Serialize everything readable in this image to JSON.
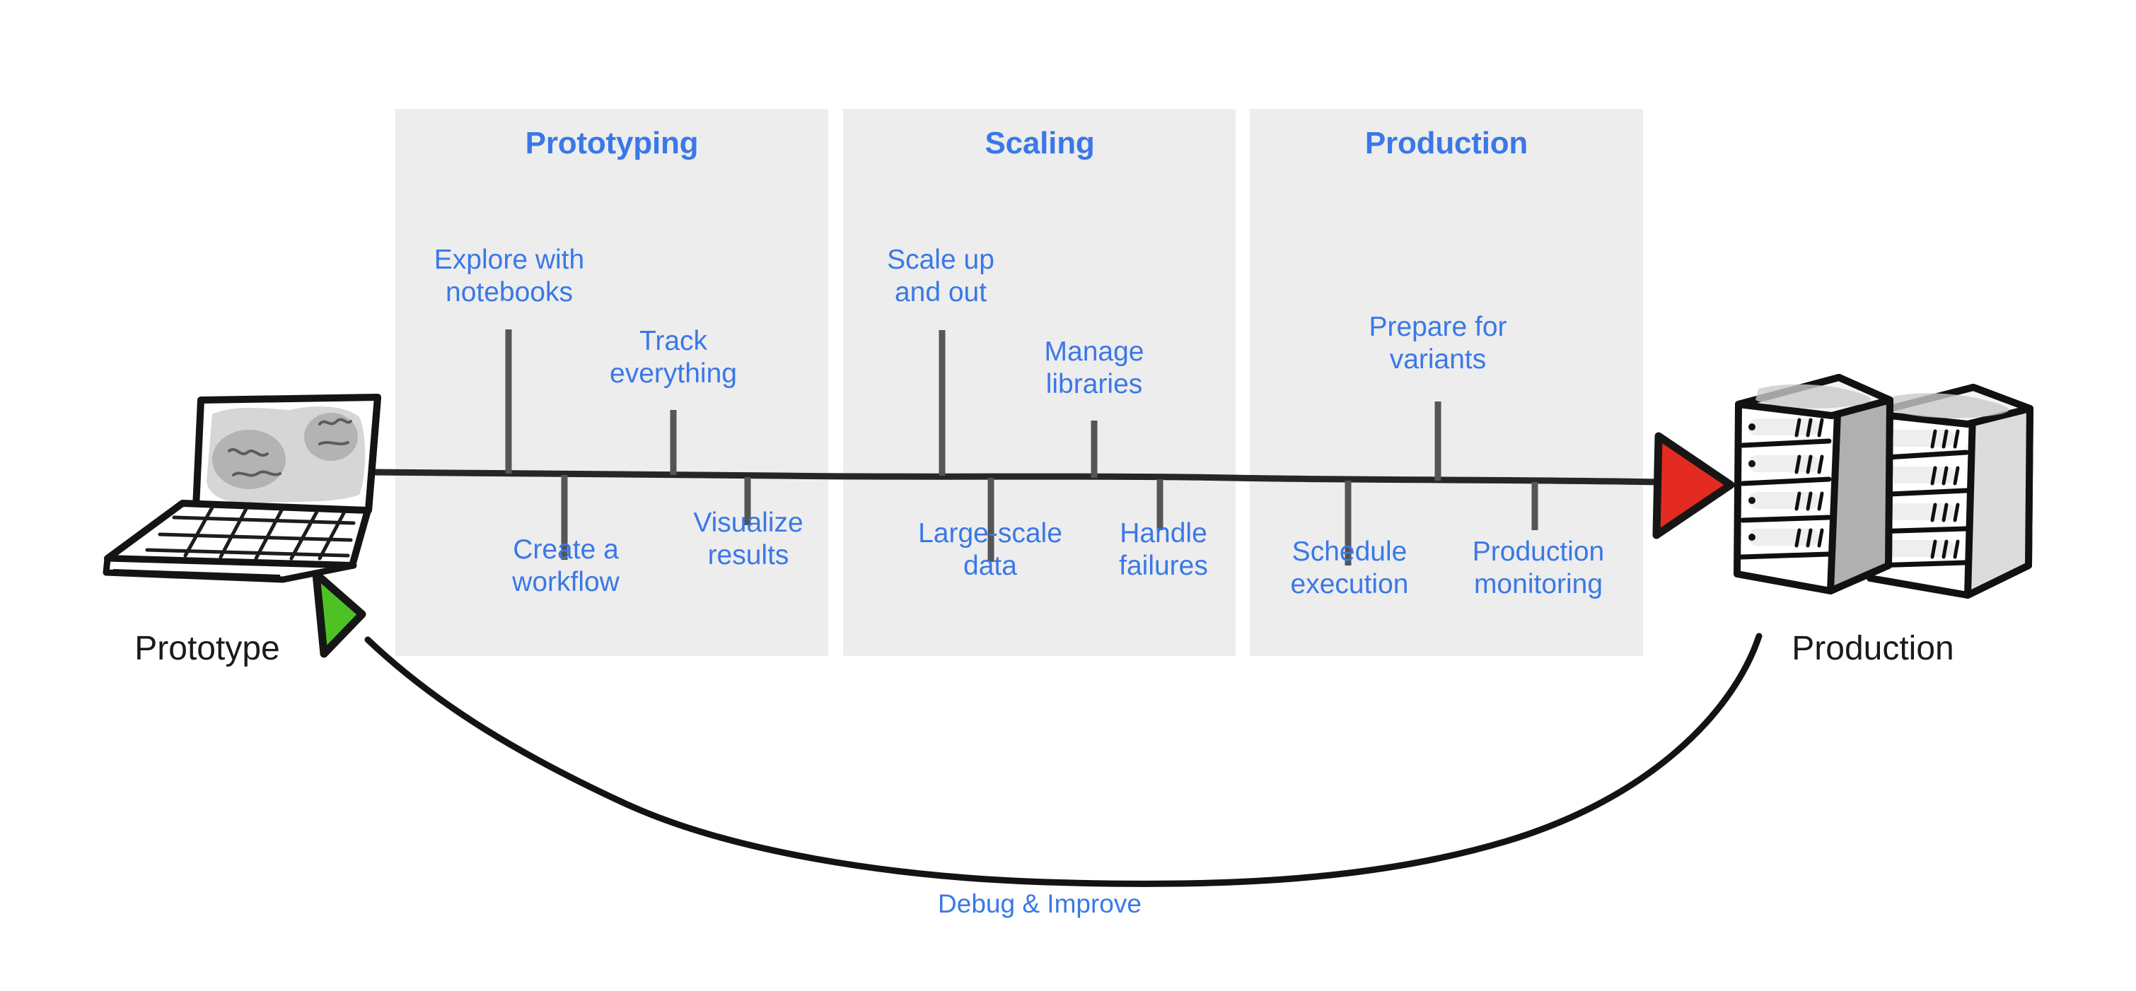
{
  "diagram": {
    "title_hidden": "",
    "colors": {
      "accent_blue": "#3a78e7",
      "panel_gray": "#ededed",
      "line_dark": "#262626",
      "tick_gray": "#555555",
      "arrow_red": "#e32b21",
      "arrow_green": "#4ec224",
      "label_black": "#1a1a1a"
    },
    "endpoints": {
      "start": {
        "label": "Prototype",
        "icon": "laptop-icon"
      },
      "end": {
        "label": "Production",
        "icon": "server-racks-icon"
      }
    },
    "feedback_loop": {
      "label": "Debug & Improve",
      "direction": "production-to-prototype",
      "arrow_icon": "green-triangle-arrow-icon"
    },
    "forward_arrow_icon": "red-triangle-arrow-icon",
    "phases": [
      {
        "name": "Prototyping",
        "milestones": [
          {
            "label": "Explore with\nnotebooks",
            "side": "above"
          },
          {
            "label": "Create a\nworkflow",
            "side": "below"
          },
          {
            "label": "Track\neverything",
            "side": "above"
          },
          {
            "label": "Visualize\nresults",
            "side": "below"
          }
        ]
      },
      {
        "name": "Scaling",
        "milestones": [
          {
            "label": "Scale up\nand out",
            "side": "above"
          },
          {
            "label": "Large-scale\ndata",
            "side": "below"
          },
          {
            "label": "Manage\nlibraries",
            "side": "above"
          },
          {
            "label": "Handle\nfailures",
            "side": "below"
          }
        ]
      },
      {
        "name": "Production",
        "milestones": [
          {
            "label": "Schedule\nexecution",
            "side": "below"
          },
          {
            "label": "Prepare for\nvariants",
            "side": "above"
          },
          {
            "label": "Production\nmonitoring",
            "side": "below"
          }
        ]
      }
    ]
  }
}
